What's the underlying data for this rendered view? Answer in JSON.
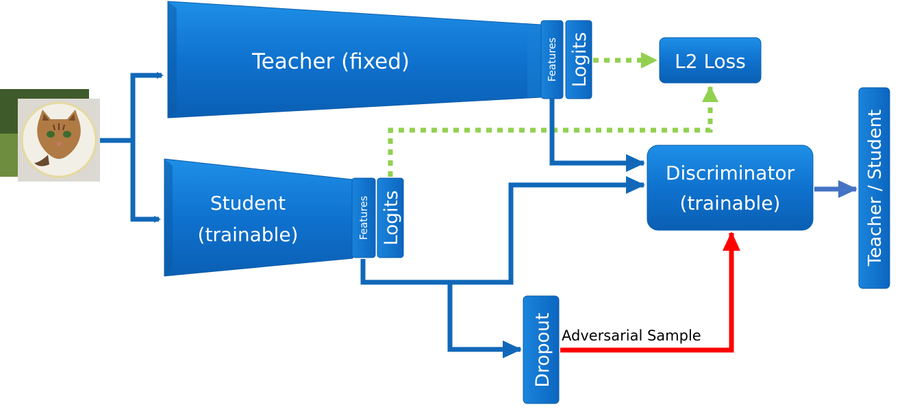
{
  "teacher": {
    "label": "Teacher (fixed)",
    "features": "Features",
    "logits": "Logits"
  },
  "student": {
    "label_line1": "Student",
    "label_line2": "(trainable)",
    "features": "Features",
    "logits": "Logits"
  },
  "l2_loss": {
    "label": "L2 Loss"
  },
  "discriminator": {
    "label_line1": "Discriminator",
    "label_line2": "(trainable)"
  },
  "output": {
    "label": "Teacher / Student"
  },
  "dropout": {
    "label": "Dropout"
  },
  "adversarial": {
    "label": "Adversarial Sample"
  },
  "colors": {
    "block_blue": "#0f6fc6",
    "arrow_blue": "#1168b8",
    "output_arrow": "#4472c4",
    "dotted_green": "#92d050",
    "adversarial_red": "#ff0000"
  }
}
